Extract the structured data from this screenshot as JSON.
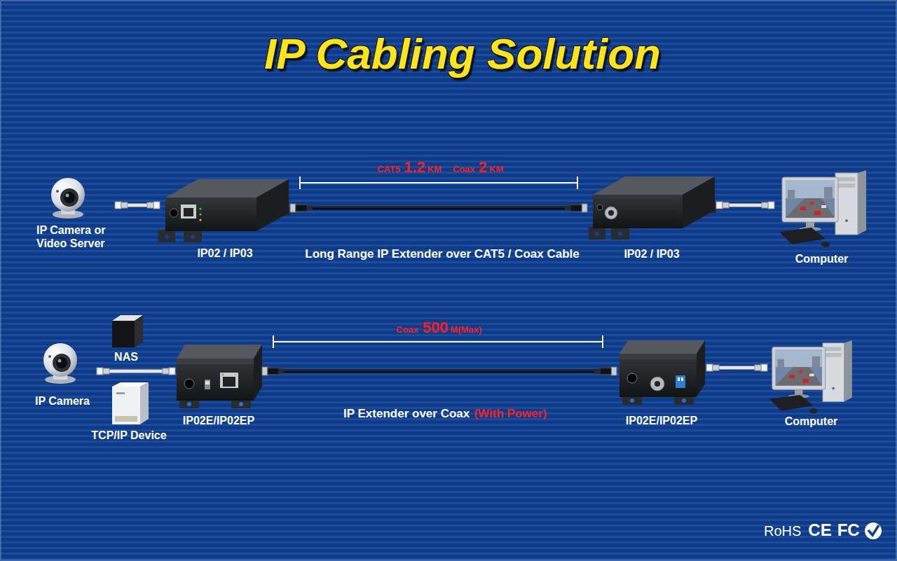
{
  "diagram": {
    "title": "IP Cabling Solution",
    "nodes": [
      {
        "text": [
          "IP Camera or Video Server"
        ]
      },
      {
        "text": [
          "IP02 / IP03"
        ]
      },
      {
        "text": [
          "IP02 / IP03"
        ]
      },
      {
        "text": [
          "Computer"
        ]
      },
      {
        "text": [
          "NAS"
        ]
      },
      {
        "text": [
          "IP Camera"
        ]
      },
      {
        "text": [
          "TCP/IP Device"
        ]
      },
      {
        "text": [
          "IP02E/IP02EP"
        ]
      },
      {
        "text": [
          "IP02E/IP02EP"
        ]
      },
      {
        "text": [
          "Computer"
        ]
      }
    ],
    "edges": [
      {
        "from": 0,
        "to": 1,
        "arrow": "none"
      },
      {
        "from": 1,
        "to": 2,
        "arrow": "none"
      },
      {
        "from": 2,
        "to": 3,
        "arrow": "none"
      },
      {
        "from": 5,
        "to": 7,
        "arrow": "none"
      },
      {
        "from": 7,
        "to": 8,
        "arrow": "none"
      },
      {
        "from": 8,
        "to": 9,
        "arrow": "none"
      }
    ],
    "labels": [
      "CAT5",
      "1.2",
      "KM",
      "Coax",
      "2",
      "KM",
      "Long Range IP Extender over CAT5 / Coax Cable",
      "Coax",
      "500",
      "M(Max)",
      "IP Extender over Coax",
      "(With Power)",
      "RoHS",
      "CE",
      "FC"
    ]
  }
}
